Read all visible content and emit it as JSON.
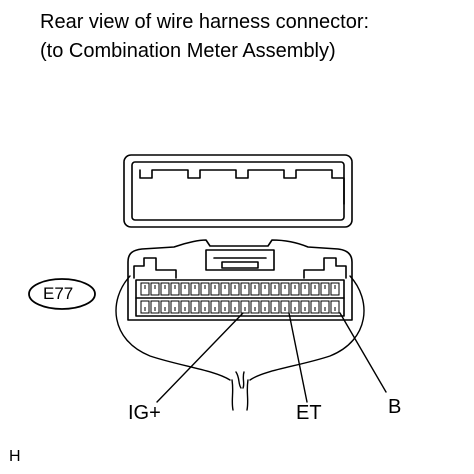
{
  "heading": {
    "line1": "Rear view of wire harness connector:",
    "line2": "(to Combination Meter Assembly)"
  },
  "connector_id": "E77",
  "terminals": {
    "ig": "IG+",
    "et": "ET",
    "b": "B"
  },
  "figure_code": "H"
}
